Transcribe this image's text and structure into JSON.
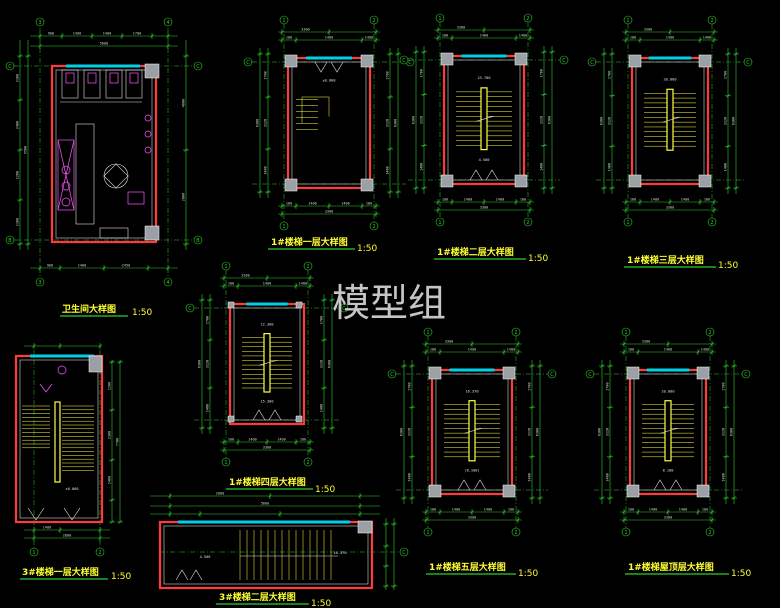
{
  "watermark": "模型组",
  "drawings": [
    {
      "id": "toilet",
      "title": "卫生间大样图",
      "scale": "1:50"
    },
    {
      "id": "s1_f1",
      "title": "1#楼梯一层大样图",
      "scale": "1:50"
    },
    {
      "id": "s1_f2",
      "title": "1#楼梯二层大样图",
      "scale": "1:50"
    },
    {
      "id": "s1_f3",
      "title": "1#楼梯三层大样图",
      "scale": "1:50"
    },
    {
      "id": "s1_f4",
      "title": "1#楼梯四层大样图",
      "scale": "1:50"
    },
    {
      "id": "s3_f1",
      "title": "3#楼梯一层大样图",
      "scale": "1:50"
    },
    {
      "id": "s1_f5",
      "title": "1#楼梯五层大样图",
      "scale": "1:50"
    },
    {
      "id": "s3_f2",
      "title": "3#楼梯二层大样图",
      "scale": "1:50"
    },
    {
      "id": "s1_roof",
      "title": "1#楼梯屋顶层大样图",
      "scale": "1:50"
    }
  ],
  "axis_labels": {
    "c": "C",
    "b": "B",
    "n1": "1",
    "n2": "2",
    "n3": "3",
    "n4": "4"
  },
  "levels": [
    "±0.000",
    "4.500",
    "(8.100)",
    "8.100",
    "12.300",
    "15.300",
    "16.370",
    "20.000",
    "23.700"
  ],
  "colors": {
    "background": "#000000",
    "title": "#ffff33",
    "wall": "#ff3a3a",
    "dimension": "#2ecc2e",
    "stair": "#ffff44",
    "window": "#00cfe6"
  }
}
